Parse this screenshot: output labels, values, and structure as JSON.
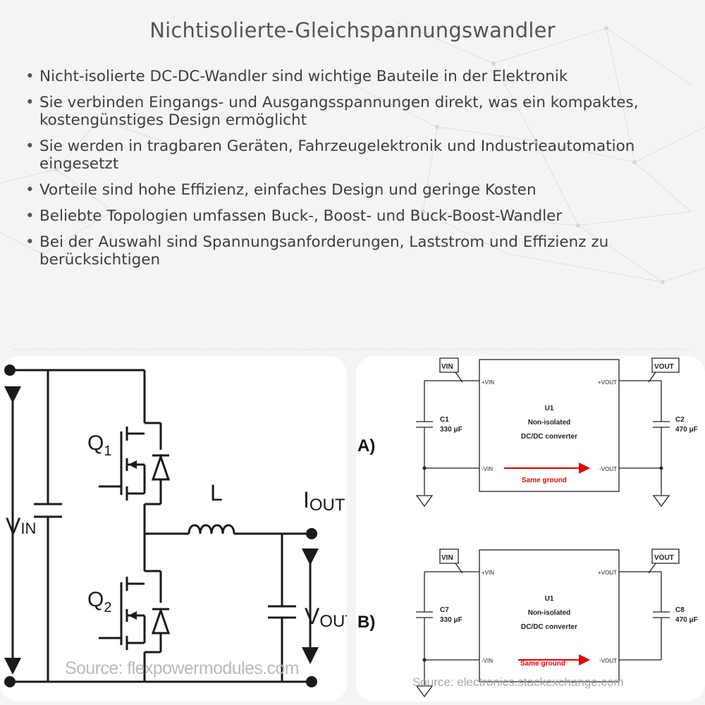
{
  "title": "Nichtisolierte-Gleichspannungswandler",
  "bullets": [
    "Nicht-isolierte DC-DC-Wandler sind wichtige Bauteile in der Elektronik",
    "Sie verbinden Eingangs- und Ausgangsspannungen direkt, was ein kompaktes, kostengünstiges Design ermöglicht",
    "Sie werden in tragbaren Geräten, Fahrzeugelektronik und Industrieautomation eingesetzt",
    "Vorteile sind hohe Effizienz, einfaches Design und geringe Kosten",
    "Beliebte Topologien umfassen Buck-, Boost- und Buck-Boost-Wandler",
    "Bei der Auswahl sind Spannungsanforderungen, Laststrom und Effizienz zu berücksichtigen"
  ],
  "left_diagram": {
    "q1": "Q",
    "q1_sub": "1",
    "q2": "Q",
    "q2_sub": "2",
    "inductor": "L",
    "vin": "V",
    "vin_sub": "IN",
    "iout": "I",
    "iout_sub": "OUT",
    "vout": "V",
    "vout_sub": "OUT",
    "source": "Source: flexpowermodules.com"
  },
  "right_diagram": {
    "a": {
      "label": "A)",
      "vin_tag": "VIN",
      "vout_tag": "VOUT",
      "pin_vin_plus": "+VIN",
      "pin_vin_minus": "-VIN",
      "pin_vout_plus": "+VOUT",
      "pin_vout_minus": "-VOUT",
      "u_name": "U1",
      "u_line1": "Non-isolated",
      "u_line2": "DC/DC converter",
      "cin_name": "C1",
      "cin_value": "330 μF",
      "cout_name": "C2",
      "cout_value": "470 μF",
      "ground_note": "Same ground"
    },
    "b": {
      "label": "B)",
      "vin_tag": "VIN",
      "vout_tag": "VOUT",
      "pin_vin_plus": "+VIN",
      "pin_vin_minus": "-VIN",
      "pin_vout_plus": "+VOUT",
      "pin_vout_minus": "-VOUT",
      "u_name": "U1",
      "u_line1": "Non-isolated",
      "u_line2": "DC/DC converter",
      "cin_name": "C7",
      "cin_value": "330 μF",
      "cout_name": "C8",
      "cout_value": "470 μF",
      "ground_note": "Same ground"
    },
    "source": "Source: electronics.stackexchange.com"
  },
  "colors": {
    "accent_red": "#e60000",
    "wire": "#1a1a1a"
  }
}
